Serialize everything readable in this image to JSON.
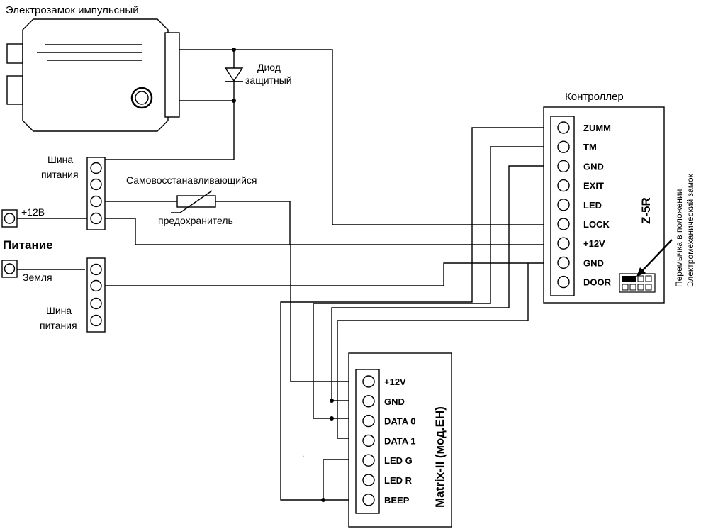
{
  "lock": {
    "title": "Электрозамок импульсный"
  },
  "diode": {
    "label_line1": "Диод",
    "label_line2": "защитный"
  },
  "fuse": {
    "label_top": "Самовосстанавливающийся",
    "label_bottom": "предохранитель"
  },
  "power": {
    "label": "Питание",
    "plus_label": "+12В",
    "ground_label": "Земля"
  },
  "bus_top": {
    "label_line1": "Шина",
    "label_line2": "питания"
  },
  "bus_bottom": {
    "label_line1": "Шина",
    "label_line2": "питания"
  },
  "controller": {
    "title": "Контроллер",
    "model": "Z-5R",
    "terminals": [
      "ZUMM",
      "TM",
      "GND",
      "EXIT",
      "LED",
      "LOCK",
      "+12V",
      "GND",
      "DOOR"
    ],
    "jumper_note_line1": "Перемычка в положении",
    "jumper_note_line2": "Электромеханический замок"
  },
  "reader": {
    "model": "Matrix-II (мод.EH)",
    "terminals": [
      "+12V",
      "GND",
      "DATA 0",
      "DATA 1",
      "LED G",
      "LED R",
      "BEEP"
    ]
  }
}
